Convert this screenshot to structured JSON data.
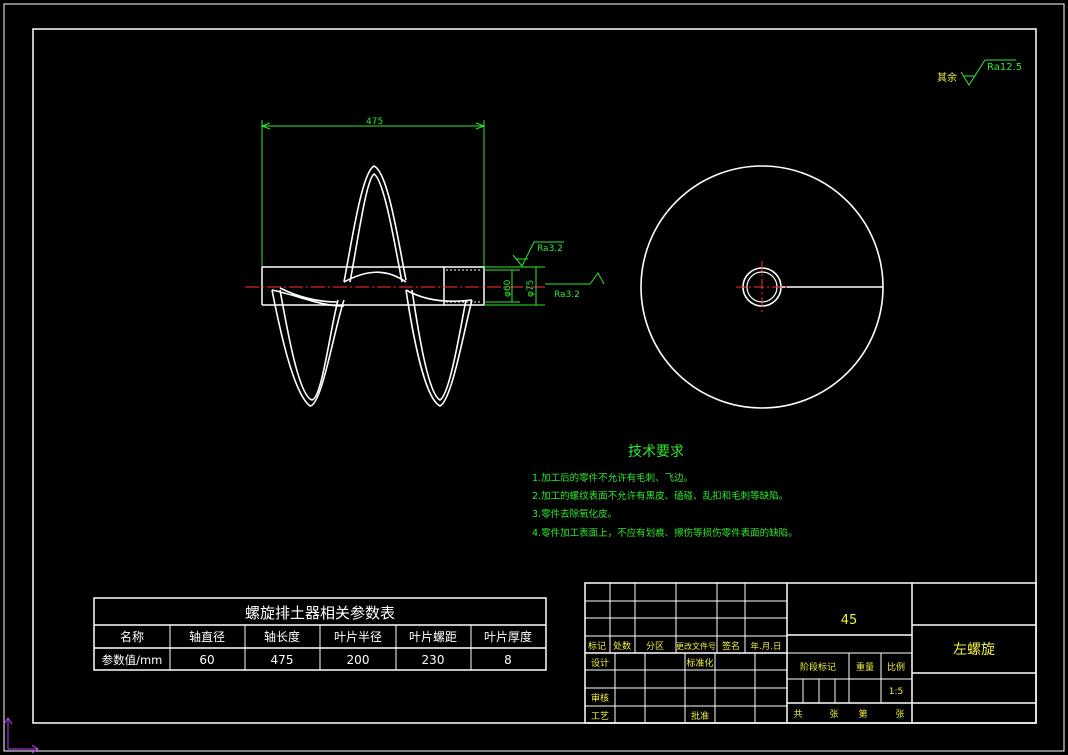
{
  "roughness_general": {
    "label": "其余",
    "value": "Ra12.5"
  },
  "front_view": {
    "dim_length": "475",
    "dim_inner_dia": "φ60",
    "dim_outer_dia": "φ75",
    "roughness_end": "Ra3.2",
    "roughness_side": "Ra3.2"
  },
  "tech_requirements": {
    "title": "技术要求",
    "items": [
      "1.加工后的零件不允许有毛刺、飞边。",
      "2.加工的螺纹表面不允许有黑皮、磕碰、乱扣和毛刺等缺陷。",
      "3.零件去除氧化皮。",
      "4.零件加工表面上，不应有划痕、擦伤等损伤零件表面的缺陷。"
    ]
  },
  "param_table": {
    "title": "螺旋排土器相关参数表",
    "headers": [
      "名称",
      "轴直径",
      "轴长度",
      "叶片半径",
      "叶片螺距",
      "叶片厚度"
    ],
    "row": [
      "参数值/mm",
      "60",
      "475",
      "200",
      "230",
      "8"
    ]
  },
  "title_block": {
    "material": "45",
    "part_name": "左螺旋",
    "revision_headers": [
      "标记",
      "处数",
      "分区",
      "更改文件号",
      "签名",
      "年.月.日"
    ],
    "design": "设计",
    "standardization": "标准化",
    "check": "审核",
    "process": "工艺",
    "approve": "批准",
    "stage_mark": "阶段标记",
    "weight": "重量",
    "scale": "比例",
    "scale_value": "1:5",
    "total": "共",
    "sheets": "张",
    "number": "第",
    "sheet": "张"
  },
  "colors": {
    "line": "#ffffff",
    "dimension": "#2ee82e",
    "centerline": "#ff3030",
    "text": "#f0f040",
    "background": "#000000"
  }
}
